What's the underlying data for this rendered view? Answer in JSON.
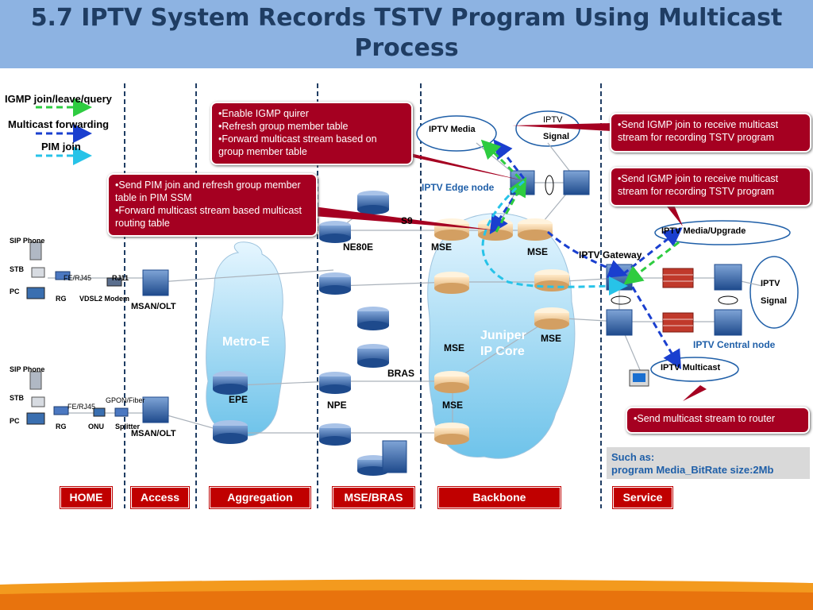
{
  "title": "5.7 IPTV System Records TSTV Program Using Multicast Process",
  "legend": {
    "igmp": "IGMP join/leave/query",
    "multicast": "Multicast forwarding",
    "pim": "PIM join"
  },
  "callouts": {
    "aggregation": [
      "•Enable IGMP quirer",
      "•Refresh group member table",
      "•Forward multicast stream based on group member table"
    ],
    "access": [
      "•Send PIM join  and refresh group member table in PIM SSM",
      "•Forward multicast stream based multicast routing table"
    ],
    "service_top": [
      "•Send IGMP join to receive multicast stream for recording TSTV program"
    ],
    "service_mid": [
      "•Send IGMP join to receive multicast stream for recording TSTV program"
    ],
    "service_bottom": [
      "•Send multicast stream to router"
    ]
  },
  "home": {
    "sip_phone_1": "SIP Phone",
    "stb_1": "STB",
    "pc_1": "PC",
    "fe_rj45_1": "FE/RJ45",
    "rj11": "RJ11",
    "rg_1": "RG",
    "vdsl2": "VDSL2 Modem",
    "sip_phone_2": "SIP Phone",
    "stb_2": "STB",
    "pc_2": "PC",
    "fe_rj45_2": "FE/RJ45",
    "gpon": "GPON/Fiber",
    "rg_2": "RG",
    "onu": "ONU",
    "splitter": "Splitter"
  },
  "access": {
    "msan_1": "MSAN/OLT",
    "msan_2": "MSAN/OLT"
  },
  "aggregation": {
    "cloud": "Metro-E",
    "epe": "EPE"
  },
  "mse_bras": {
    "ne80e": "NE80E",
    "npe": "NPE",
    "bras": "BRAS",
    "partial": "S9"
  },
  "backbone": {
    "cloud_line1": "Juniper",
    "cloud_line2": "IP Core",
    "mse_a": "MSE",
    "mse_b": "MSE",
    "mse_c": "MSE",
    "mse_d": "MSE",
    "mse_e": "MSE",
    "edge_node": "IPTV Edge node",
    "iptv_media": "IPTV Media",
    "iptv_signal_1": "IPTV",
    "iptv_signal_2": "Signal"
  },
  "service": {
    "gateway": "IPTV Gateway",
    "media_upgrade": "IPTV Media/Upgrade",
    "signal_1": "IPTV",
    "signal_2": "Signal",
    "central_node": "IPTV Central node",
    "multicast": "IPTV Multicast"
  },
  "info": {
    "line1": "Such as:",
    "line2": "program Media_BitRate size:2Mb"
  },
  "categories": [
    "HOME",
    "Access",
    "Aggregation",
    "MSE/BRAS",
    "Backbone",
    "Service"
  ],
  "colors": {
    "title_band": "#8db3e2",
    "callout": "#a50021",
    "category": "#c00000",
    "igmp": "#2ecc40",
    "multicast": "#1a3fcf",
    "pim": "#27c3e8"
  }
}
